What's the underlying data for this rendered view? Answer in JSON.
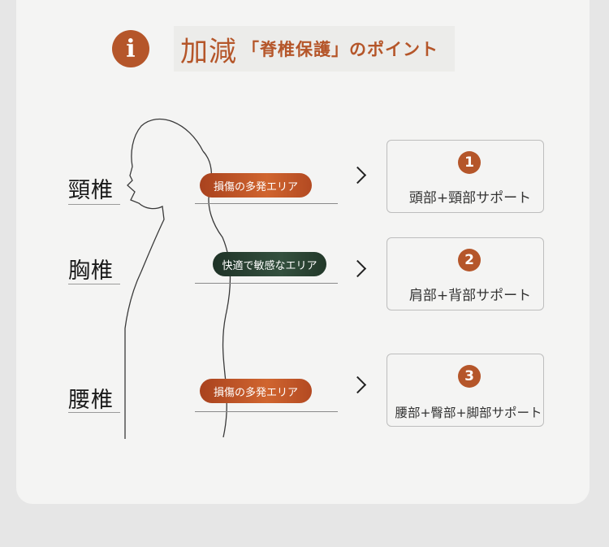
{
  "title": {
    "main": "加減",
    "sub": "「脊椎保護」のポイント",
    "icon": "info-icon"
  },
  "regions": [
    {
      "label": "頸椎",
      "pill": "損傷の多発エリア",
      "pill_color": "#c0562a",
      "number": "1",
      "support": "頭部+頸部サポート"
    },
    {
      "label": "胸椎",
      "pill": "快適で敏感なエリア",
      "pill_color": "#2c4435",
      "number": "2",
      "support": "肩部+背部サポート"
    },
    {
      "label": "腰椎",
      "pill": "損傷の多発エリア",
      "pill_color": "#c0562a",
      "number": "3",
      "support": "腰部+臀部+脚部サポート"
    }
  ],
  "colors": {
    "accent": "#b5562a",
    "green": "#2c4435"
  }
}
